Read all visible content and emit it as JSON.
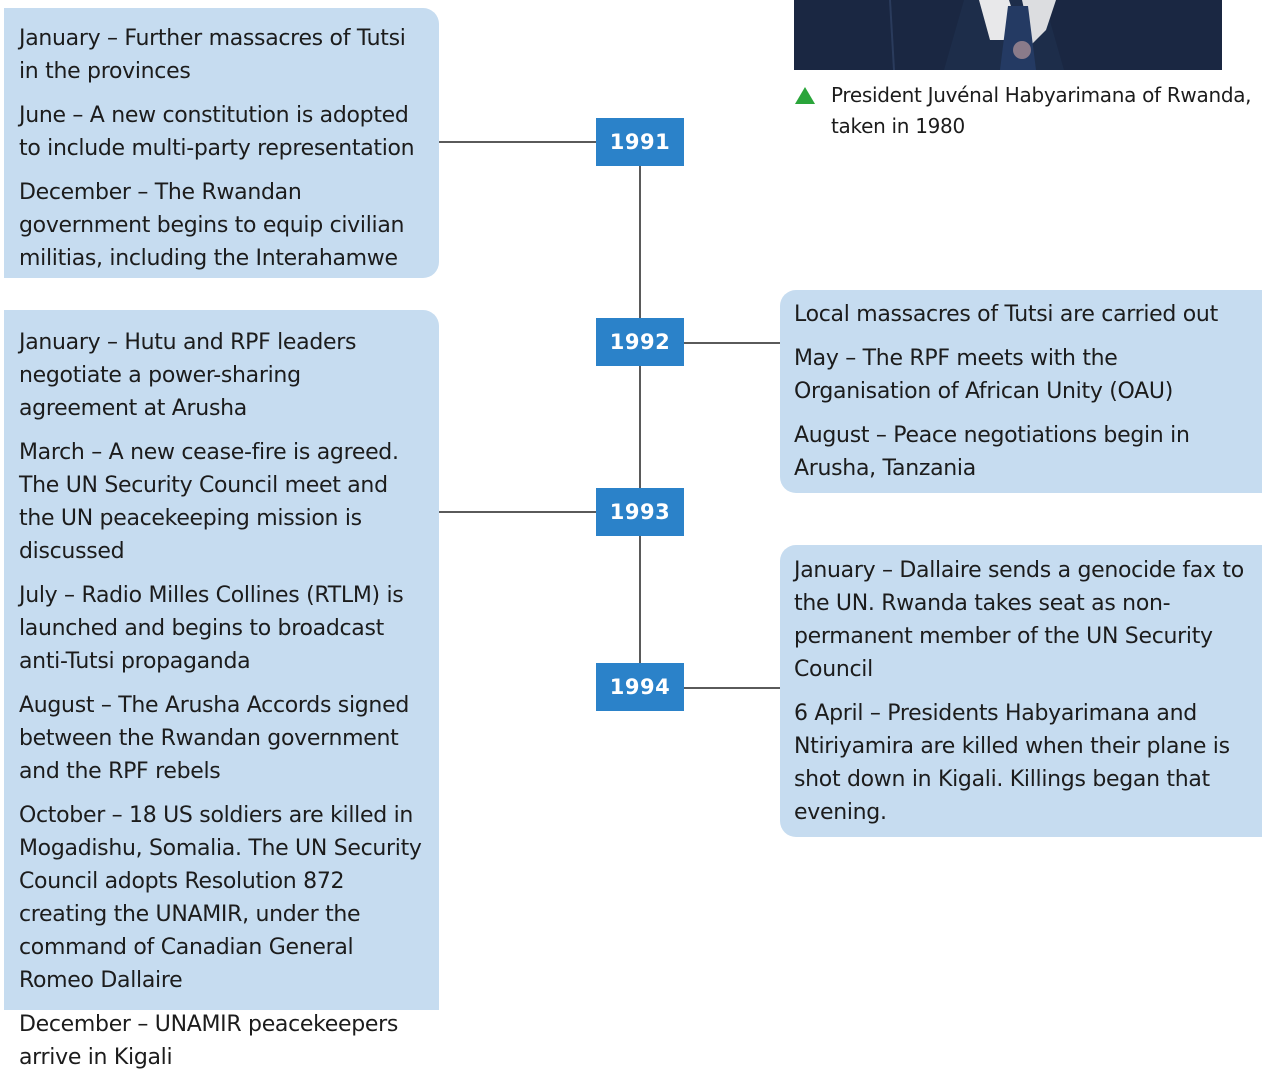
{
  "timeline": {
    "years": [
      "1991",
      "1992",
      "1993",
      "1994"
    ],
    "events_1991": [
      "January – Further massacres of Tutsi in the provinces",
      "June – A new constitution is adopted to include multi-party representation",
      "December – The Rwandan government begins to equip civilian militias, including the Interahamwe"
    ],
    "events_1992": [
      "Local massacres of Tutsi are carried out",
      "May – The RPF meets with the Organisation of African Unity (OAU)",
      "August – Peace negotiations begin in Arusha, Tanzania"
    ],
    "events_1993": [
      "January – Hutu and RPF leaders negotiate a power-sharing agreement at Arusha",
      "March – A new cease-fire is agreed. The UN Security Council meet and the UN peacekeeping mission is discussed",
      "July – Radio Milles Collines (RTLM) is launched and begins to broadcast anti-Tutsi propaganda",
      "August – The Arusha Accords signed between the Rwandan government and the RPF rebels",
      "October – 18 US soldiers are killed in Mogadishu, Somalia. The UN Security Council adopts Resolution 872 creating the UNAMIR, under the  command of Canadian General Romeo Dallaire",
      "December – UNAMIR peacekeepers arrive in Kigali"
    ],
    "events_1994": [
      "January – Dallaire sends a genocide fax to the UN. Rwanda takes seat as non-permanent member of the UN Security Council",
      "6 April – Presidents Habyarimana and Ntiriyamira are killed when their plane is shot down in Kigali. Killings began that evening."
    ]
  },
  "photo": {
    "caption": "President Juvénal Habyarimana of Rwanda, taken in 1980",
    "caption_icon": "green-triangle-icon",
    "caption_icon_color": "#2aa53a"
  },
  "colors": {
    "box_background": "#c6dcf0",
    "year_badge": "#2b82c9",
    "connector": "#5a5a5a"
  }
}
